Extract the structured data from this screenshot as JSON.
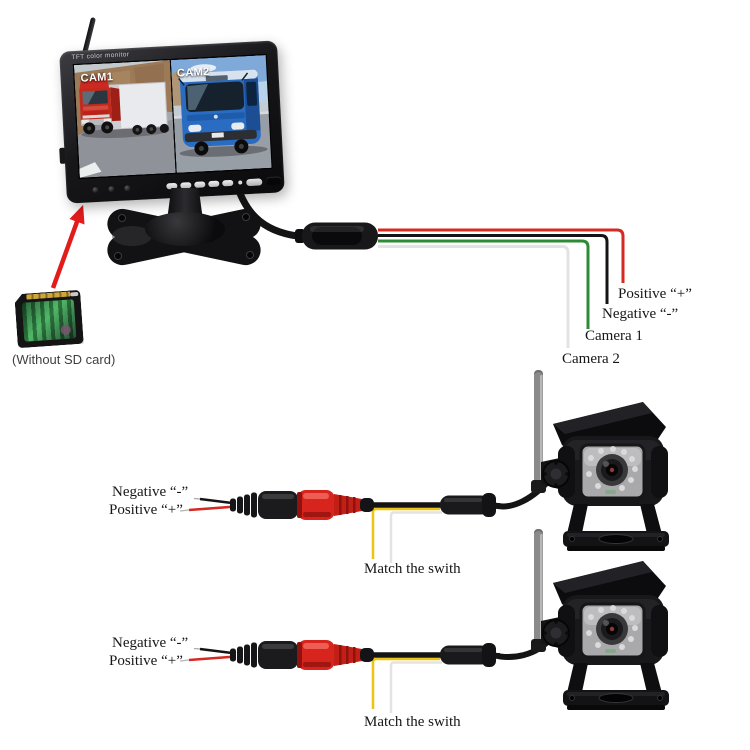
{
  "monitor": {
    "brand": "TFT color monitor",
    "cam1_label": "CAM1",
    "cam2_label": "CAM2"
  },
  "sd": {
    "caption": "(Without SD card)"
  },
  "monitor_wires": {
    "positive": "Positive “+”",
    "negative": "Negative “-”",
    "camera1": "Camera 1",
    "camera2": "Camera 2"
  },
  "harnesses": [
    {
      "negative": "Negative “-”",
      "positive": "Positive “+”",
      "match": "Match the swith"
    },
    {
      "negative": "Negative “-”",
      "positive": "Positive “+”",
      "match": "Match the swith"
    }
  ],
  "colors": {
    "wire_red": "#d42a22",
    "wire_black": "#141414",
    "wire_green": "#2f8a35",
    "wire_white": "#e3e3e3",
    "wire_yellow": "#ecc414",
    "arrow_red": "#e21b1b",
    "connector_red": "#d7251d"
  }
}
